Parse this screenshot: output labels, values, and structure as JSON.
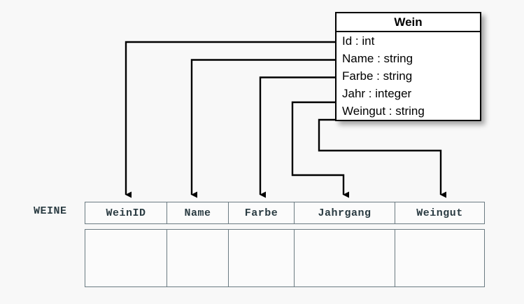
{
  "diagram": {
    "type": "uml-to-relational-mapping",
    "background_color": "#f8f8f8",
    "line_color": "#000000"
  },
  "uml_class": {
    "name": "Wein",
    "attributes": [
      {
        "label": "Id : int",
        "field": "Id",
        "datatype": "int"
      },
      {
        "label": "Name : string",
        "field": "Name",
        "datatype": "string"
      },
      {
        "label": "Farbe : string",
        "field": "Farbe",
        "datatype": "string"
      },
      {
        "label": "Jahr : integer",
        "field": "Jahr",
        "datatype": "integer"
      },
      {
        "label": "Weingut : string",
        "field": "Weingut",
        "datatype": "string"
      }
    ]
  },
  "relational_table": {
    "name": "WEINE",
    "columns": [
      {
        "label": "WeinID",
        "width": 118
      },
      {
        "label": "Name",
        "width": 89
      },
      {
        "label": "Farbe",
        "width": 95
      },
      {
        "label": "Jahrgang",
        "width": 145
      },
      {
        "label": "Weingut",
        "width": 129
      }
    ],
    "empty_row_cells": [
      "",
      "",
      "",
      "",
      ""
    ]
  },
  "mappings": [
    {
      "from": "Id",
      "to": "WeinID"
    },
    {
      "from": "Name",
      "to": "Name"
    },
    {
      "from": "Farbe",
      "to": "Farbe"
    },
    {
      "from": "Jahr",
      "to": "Jahrgang"
    },
    {
      "from": "Weingut",
      "to": "Weingut"
    }
  ]
}
